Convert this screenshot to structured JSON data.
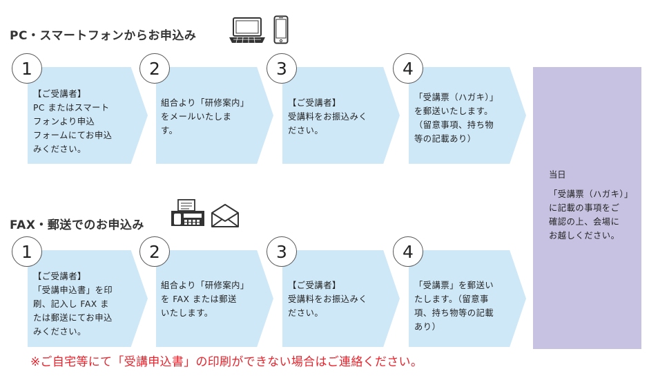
{
  "pc_section": {
    "title": "PC・スマートフォンからお申込み",
    "icons": [
      "laptop-icon",
      "smartphone-icon"
    ],
    "steps": [
      {
        "number": "1",
        "text": "【ご受講者】\nPC またはスマート\nフォンより申込\nフォームにてお申込\nみください。"
      },
      {
        "number": "2",
        "text": "組合より「研修案内」\nをメールいたしま\nす。"
      },
      {
        "number": "3",
        "text": "【ご受講者】\n受講料をお振込みく\nださい。"
      },
      {
        "number": "4",
        "text": "「受講票（ハガキ）」\nを郵送いたします。\n（留意事項、持ち物\n等の記載あり）"
      }
    ]
  },
  "fax_section": {
    "title": "FAX・郵送でのお申込み",
    "icons": [
      "fax-icon",
      "envelope-icon"
    ],
    "steps": [
      {
        "number": "1",
        "text": "【ご受講者】\n「受講申込書」を印\n刷、記入し FAX ま\nたは郵送にてお申込\nみください。"
      },
      {
        "number": "2",
        "text": "組合より「研修案内」\nを FAX または郵送\nいたします。"
      },
      {
        "number": "3",
        "text": "【ご受講者】\n受講料をお振込みく\nださい。"
      },
      {
        "number": "4",
        "text": "「受講票」を郵送い\nたします。（留意事\n項、持ち物等の記載\nあり）"
      }
    ]
  },
  "final": {
    "title": "当日",
    "text": "「受講票（ハガキ）」\nに記載の事項をご\n確認の上、会場に\nお越しください。"
  },
  "note": "※ご自宅等にて「受講申込書」の印刷ができない場合はご連絡ください。",
  "colors": {
    "arrow_fill": "#cfe8f7",
    "final_fill": "#c7c2e1",
    "note_text": "#e8232c"
  }
}
